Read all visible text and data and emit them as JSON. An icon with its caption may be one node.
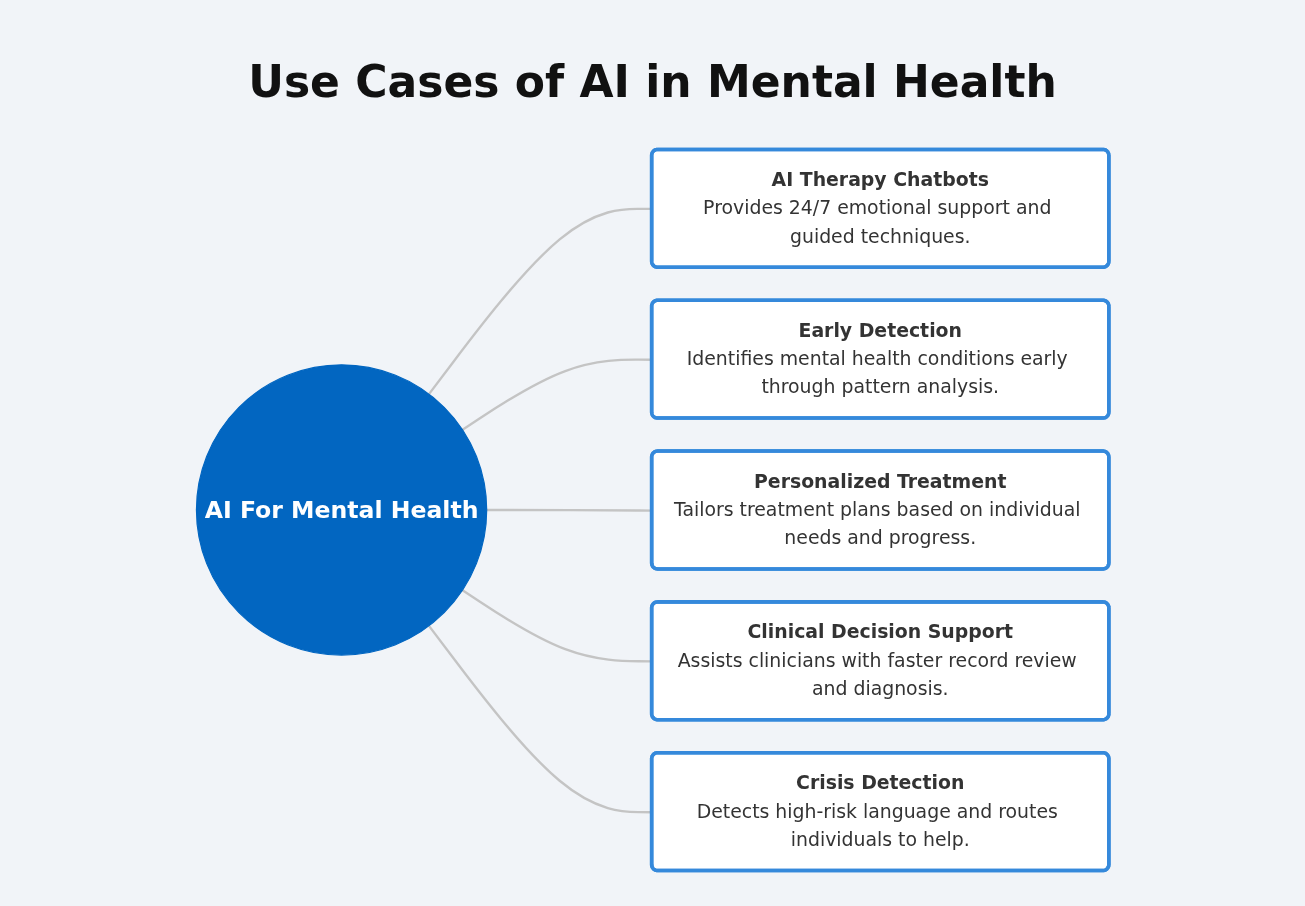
{
  "diagram": {
    "title": "Use Cases of AI in Mental Health",
    "nodes": [
      {
        "text": [
          "AI For Mental Health"
        ]
      },
      {
        "text": [
          "AI Therapy Chatbots",
          "Provides 24/7 emotional support and guided techniques."
        ]
      },
      {
        "text": [
          "Early Detection",
          "Identifies mental health conditions early through pattern analysis."
        ]
      },
      {
        "text": [
          "Personalized Treatment",
          "Tailors treatment plans based on individual needs and progress."
        ]
      },
      {
        "text": [
          "Clinical Decision Support",
          "Assists clinicians with faster record review and diagnosis."
        ]
      },
      {
        "text": [
          "Crisis Detection",
          "Detects high-risk language and routes individuals to help."
        ]
      }
    ],
    "edges": [
      {
        "from": 0,
        "to": 1,
        "arrow": "none"
      },
      {
        "from": 0,
        "to": 2,
        "arrow": "none"
      },
      {
        "from": 0,
        "to": 3,
        "arrow": "none"
      },
      {
        "from": 0,
        "to": 4,
        "arrow": "none"
      },
      {
        "from": 0,
        "to": 5,
        "arrow": "none"
      }
    ]
  }
}
